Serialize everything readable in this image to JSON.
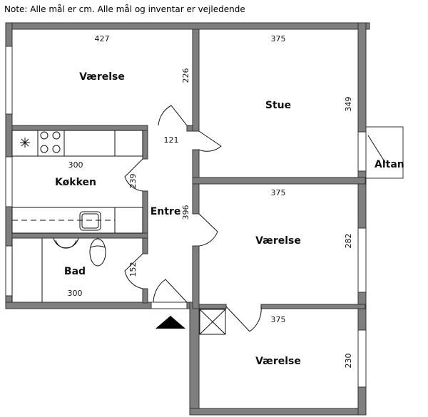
{
  "note": "Note: Alle mål er cm. Alle mål og inventar er vejledende",
  "rooms": [
    {
      "name": "Værelse",
      "width": "427",
      "depth": "226"
    },
    {
      "name": "Stue",
      "width": "375",
      "depth": "349"
    },
    {
      "name": "Køkken",
      "width": "300",
      "depth": "239"
    },
    {
      "name": "Entre",
      "width": "121",
      "depth": "396"
    },
    {
      "name": "Værelse",
      "width": "375",
      "depth": "282"
    },
    {
      "name": "Bad",
      "width": "300",
      "depth": "152"
    },
    {
      "name": "Værelse",
      "width": "375",
      "depth": "230"
    }
  ],
  "balcony": "Altan"
}
